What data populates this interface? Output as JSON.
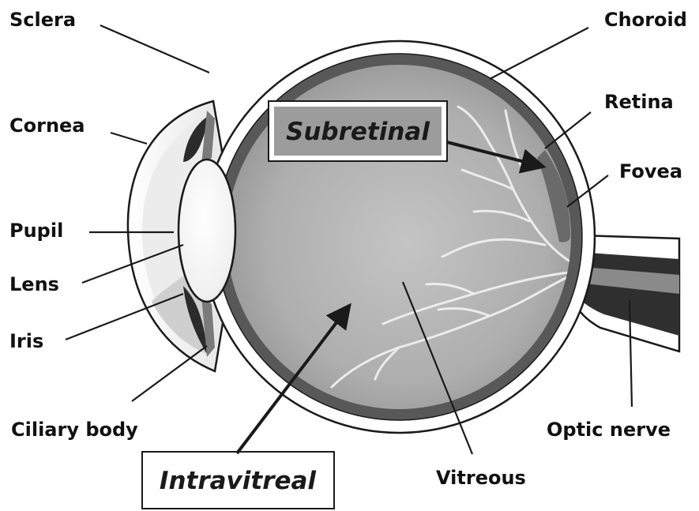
{
  "labels": {
    "sclera": "Sclera",
    "cornea": "Cornea",
    "pupil": "Pupil",
    "lens": "Lens",
    "iris": "Iris",
    "ciliary_body": "Ciliary body",
    "choroid": "Choroid",
    "retina": "Retina",
    "fovea": "Fovea",
    "optic_nerve": "Optic nerve",
    "vitreous": "Vitreous"
  },
  "injection_sites": {
    "subretinal": "Subretinal",
    "intravitreal": "Intravitreal"
  },
  "colors": {
    "outline": "#1a1a1a",
    "eyeball_fill": "#a9a9a9",
    "vitreous_center": "#c4c4c4",
    "choroid_band": "#555555",
    "box_fill": "#9c9c9c",
    "vessels": "#ececec"
  }
}
